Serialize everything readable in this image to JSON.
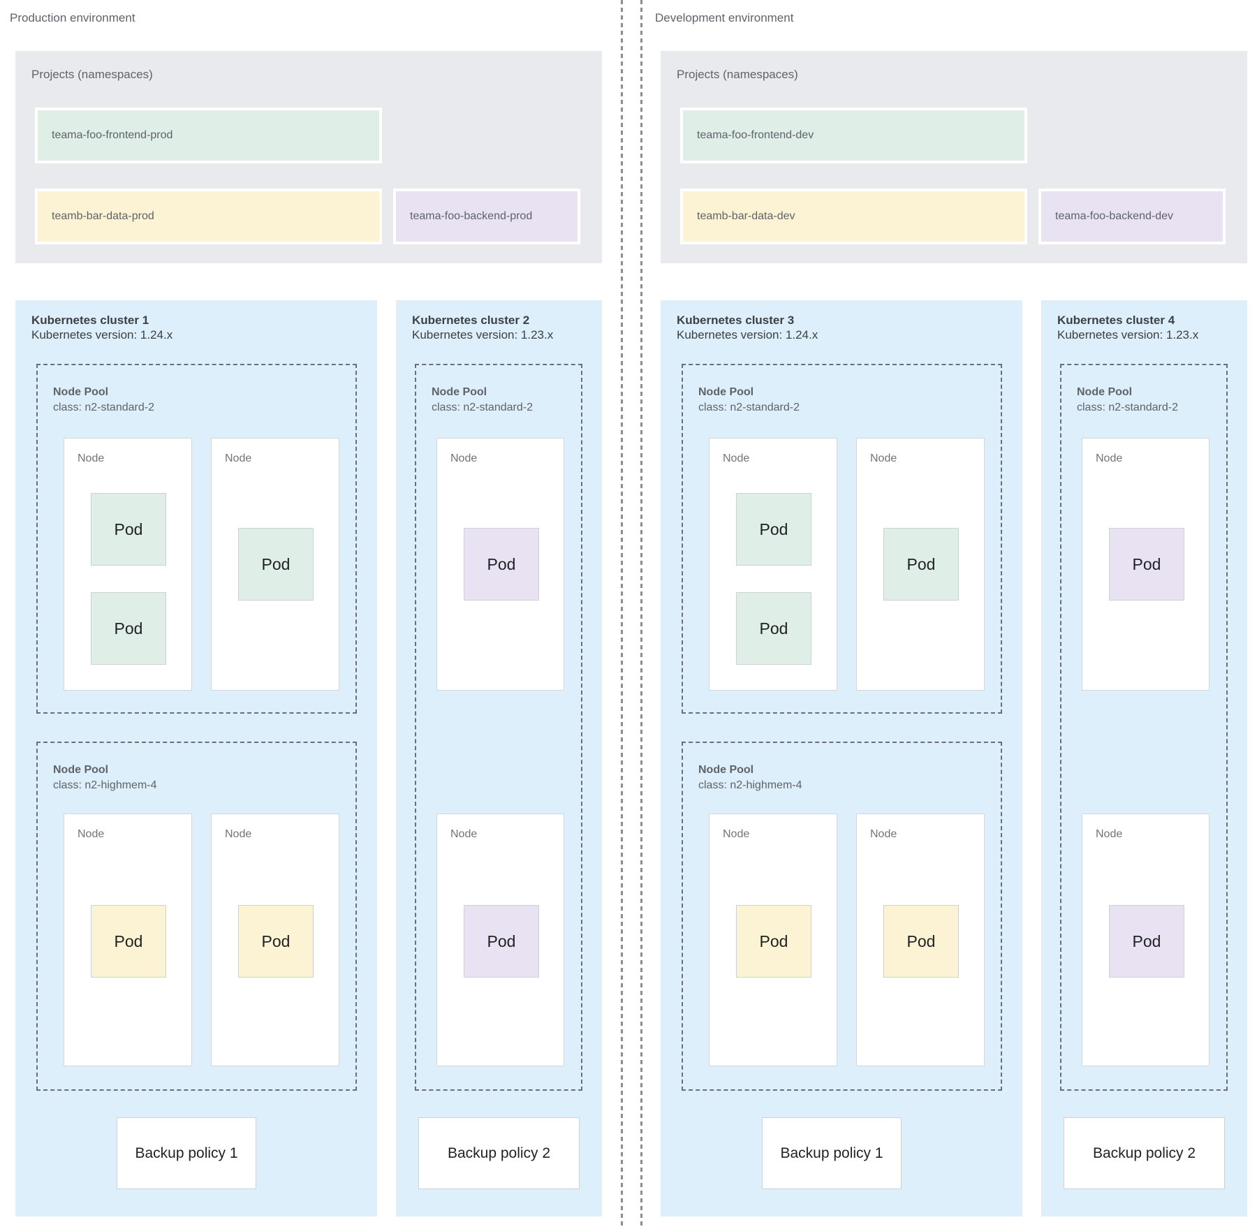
{
  "palette": {
    "cluster_bg": "#ddeffa",
    "projects_bg": "#e8eaed",
    "namespace_green": "#dfeee6",
    "namespace_yellow": "#fcf3d4",
    "namespace_purple": "#e8e2f3",
    "divider_gray": "#898e93"
  },
  "environments": [
    {
      "label": "Production environment",
      "projects": {
        "title": "Projects (namespaces)",
        "namespaces": [
          {
            "name": "teama-foo-frontend-prod",
            "color": "#dfeee6"
          },
          {
            "name": "teamb-bar-data-prod",
            "color": "#fcf3d4"
          },
          {
            "name": "teama-foo-backend-prod",
            "color": "#e8e2f3"
          }
        ]
      },
      "clusters": [
        {
          "title": "Kubernetes cluster 1",
          "version": "Kubernetes version: 1.24.x",
          "backup_policy": "Backup policy 1",
          "node_pools": [
            {
              "name": "Node Pool",
              "machine_class": "class: n2-standard-2",
              "nodes": [
                {
                  "label": "Node",
                  "pods": [
                    {
                      "label": "Pod",
                      "color": "#dfeee6"
                    },
                    {
                      "label": "Pod",
                      "color": "#dfeee6"
                    }
                  ]
                },
                {
                  "label": "Node",
                  "pods": [
                    {
                      "label": "Pod",
                      "color": "#dfeee6"
                    }
                  ]
                }
              ]
            },
            {
              "name": "Node Pool",
              "machine_class": "class: n2-highmem-4",
              "nodes": [
                {
                  "label": "Node",
                  "pods": [
                    {
                      "label": "Pod",
                      "color": "#fcf3d4"
                    }
                  ]
                },
                {
                  "label": "Node",
                  "pods": [
                    {
                      "label": "Pod",
                      "color": "#fcf3d4"
                    }
                  ]
                }
              ]
            }
          ]
        },
        {
          "title": "Kubernetes cluster 2",
          "version": "Kubernetes version: 1.23.x",
          "backup_policy": "Backup policy 2",
          "node_pools": [
            {
              "name": "Node Pool",
              "machine_class": "class: n2-standard-2",
              "nodes": [
                {
                  "label": "Node",
                  "pods": [
                    {
                      "label": "Pod",
                      "color": "#e8e2f3"
                    }
                  ]
                },
                {
                  "label": "Node",
                  "pods": [
                    {
                      "label": "Pod",
                      "color": "#e8e2f3"
                    }
                  ]
                }
              ]
            }
          ]
        }
      ]
    },
    {
      "label": "Development environment",
      "projects": {
        "title": "Projects (namespaces)",
        "namespaces": [
          {
            "name": "teama-foo-frontend-dev",
            "color": "#dfeee6"
          },
          {
            "name": "teamb-bar-data-dev",
            "color": "#fcf3d4"
          },
          {
            "name": "teama-foo-backend-dev",
            "color": "#e8e2f3"
          }
        ]
      },
      "clusters": [
        {
          "title": "Kubernetes cluster 3",
          "version": "Kubernetes version: 1.24.x",
          "backup_policy": "Backup policy 1",
          "node_pools": [
            {
              "name": "Node Pool",
              "machine_class": "class: n2-standard-2",
              "nodes": [
                {
                  "label": "Node",
                  "pods": [
                    {
                      "label": "Pod",
                      "color": "#dfeee6"
                    },
                    {
                      "label": "Pod",
                      "color": "#dfeee6"
                    }
                  ]
                },
                {
                  "label": "Node",
                  "pods": [
                    {
                      "label": "Pod",
                      "color": "#dfeee6"
                    }
                  ]
                }
              ]
            },
            {
              "name": "Node Pool",
              "machine_class": "class: n2-highmem-4",
              "nodes": [
                {
                  "label": "Node",
                  "pods": [
                    {
                      "label": "Pod",
                      "color": "#fcf3d4"
                    }
                  ]
                },
                {
                  "label": "Node",
                  "pods": [
                    {
                      "label": "Pod",
                      "color": "#fcf3d4"
                    }
                  ]
                }
              ]
            }
          ]
        },
        {
          "title": "Kubernetes cluster 4",
          "version": "Kubernetes version: 1.23.x",
          "backup_policy": "Backup policy 2",
          "node_pools": [
            {
              "name": "Node Pool",
              "machine_class": "class: n2-standard-2",
              "nodes": [
                {
                  "label": "Node",
                  "pods": [
                    {
                      "label": "Pod",
                      "color": "#e8e2f3"
                    }
                  ]
                },
                {
                  "label": "Node",
                  "pods": [
                    {
                      "label": "Pod",
                      "color": "#e8e2f3"
                    }
                  ]
                }
              ]
            }
          ]
        }
      ]
    }
  ]
}
